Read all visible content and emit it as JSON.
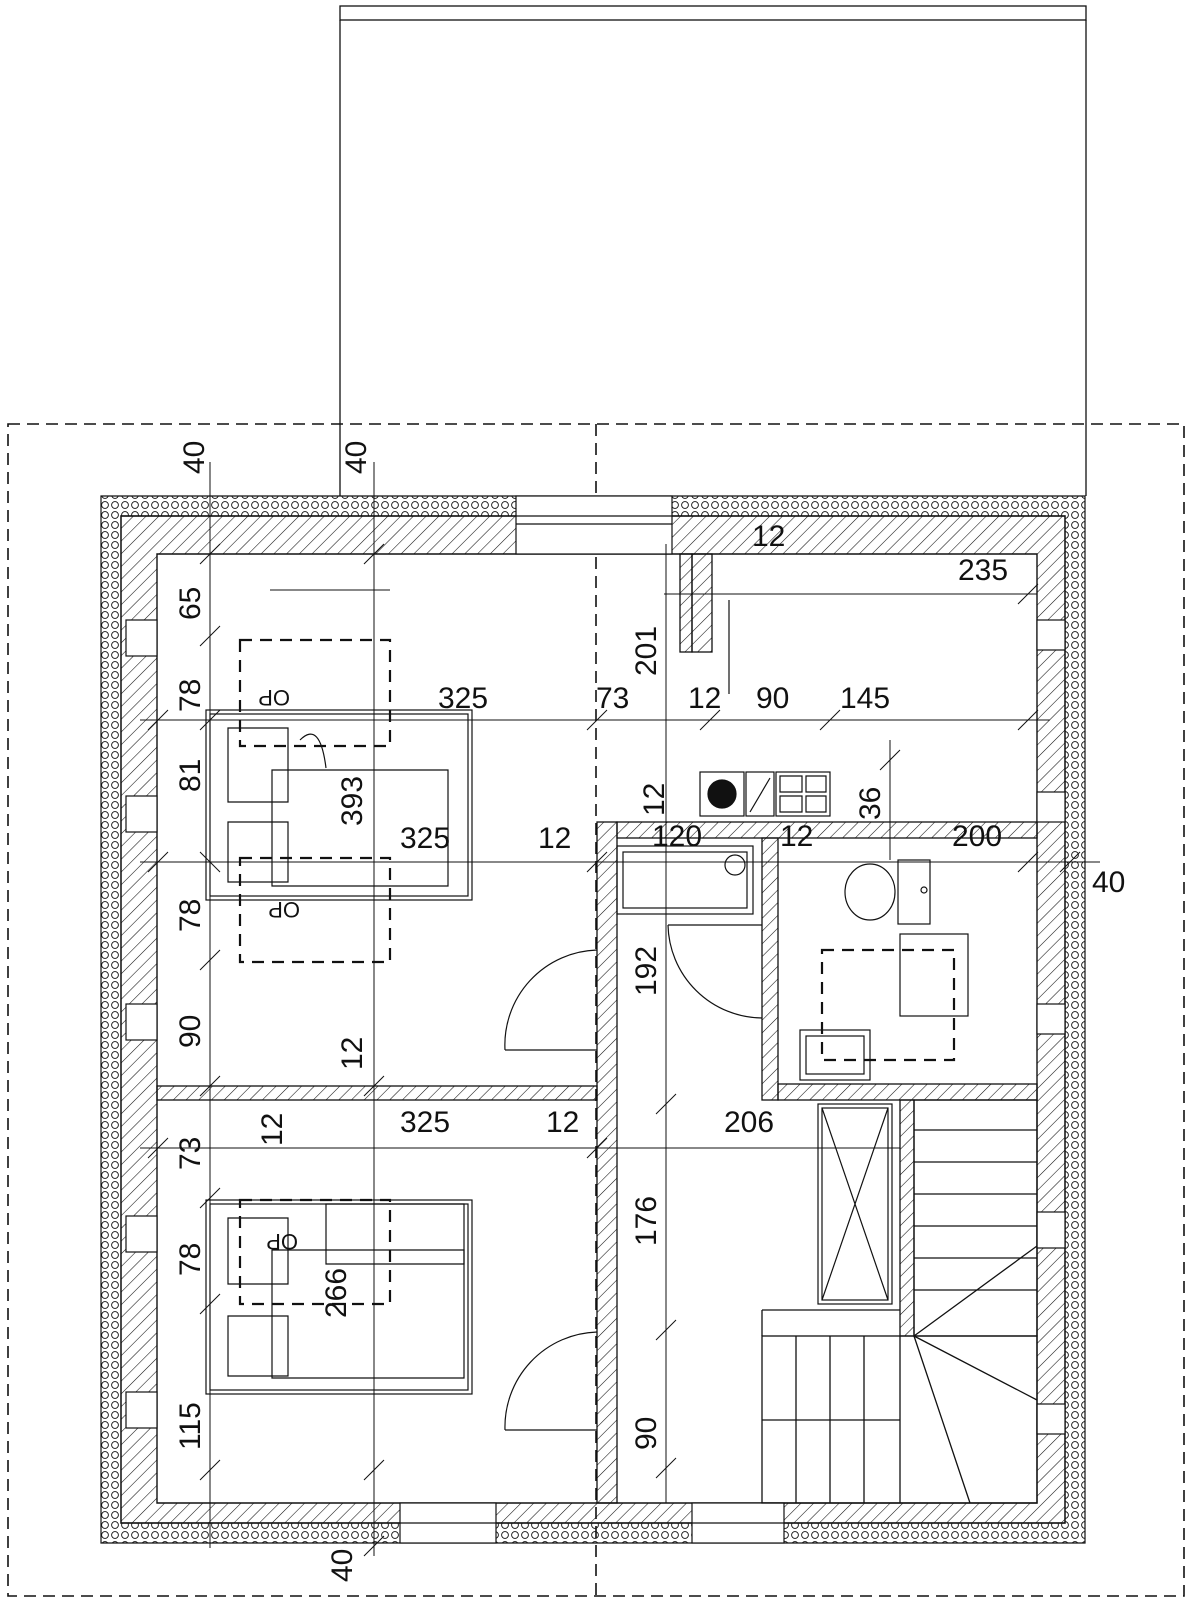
{
  "plan": {
    "colors": {
      "line": "#111111",
      "background": "#ffffff"
    },
    "dimensions": {
      "d40_top_a": "40",
      "d40_top_b": "40",
      "d12_top": "12",
      "d235": "235",
      "d201": "201",
      "d65": "65",
      "d78_a": "78",
      "d325_a": "325",
      "d73_a": "73",
      "d12_b": "12",
      "d90_a": "90",
      "d145": "145",
      "d81": "81",
      "d393": "393",
      "d325_b": "325",
      "d12_c": "12",
      "d12_d": "12",
      "d120": "120",
      "d12_e": "12",
      "d36": "36",
      "d200": "200",
      "d40_right": "40",
      "d78_b": "78",
      "d192": "192",
      "d90_b": "90",
      "d12_f": "12",
      "d73_b": "73",
      "d12_g": "12",
      "d325_c": "325",
      "d12_h": "12",
      "d206": "206",
      "d78_c": "78",
      "d266": "266",
      "d176": "176",
      "d115": "115",
      "d90_c": "90",
      "d40_bottom": "40"
    },
    "room_labels": {
      "op_1": "OP",
      "op_2": "OP",
      "op_3": "OP"
    }
  }
}
